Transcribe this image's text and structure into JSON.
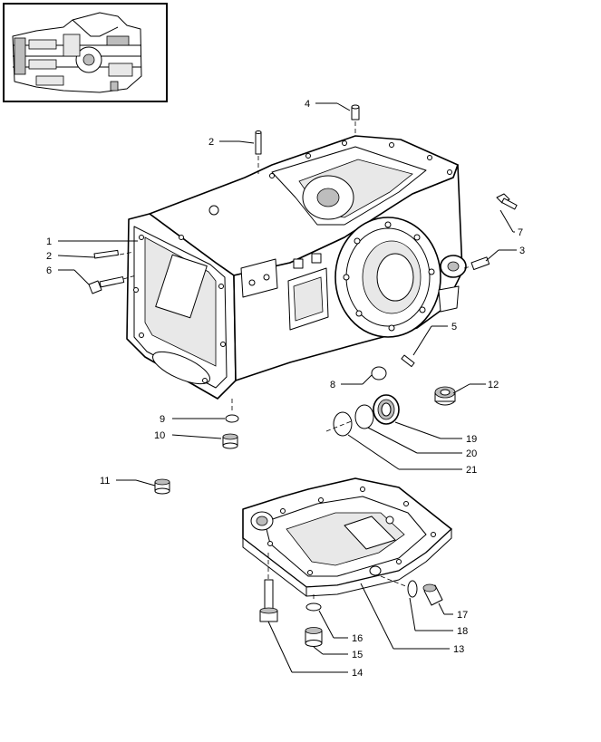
{
  "callouts": [
    {
      "id": "1",
      "text": "1"
    },
    {
      "id": "2a",
      "text": "2"
    },
    {
      "id": "2b",
      "text": "2"
    },
    {
      "id": "3",
      "text": "3"
    },
    {
      "id": "4",
      "text": "4"
    },
    {
      "id": "5",
      "text": "5"
    },
    {
      "id": "6",
      "text": "6"
    },
    {
      "id": "7",
      "text": "7"
    },
    {
      "id": "8",
      "text": "8"
    },
    {
      "id": "9",
      "text": "9"
    },
    {
      "id": "10",
      "text": "10"
    },
    {
      "id": "11",
      "text": "11"
    },
    {
      "id": "12",
      "text": "12"
    },
    {
      "id": "13",
      "text": "13"
    },
    {
      "id": "14",
      "text": "14"
    },
    {
      "id": "15",
      "text": "15"
    },
    {
      "id": "16",
      "text": "16"
    },
    {
      "id": "17",
      "text": "17"
    },
    {
      "id": "18",
      "text": "18"
    },
    {
      "id": "19",
      "text": "19"
    },
    {
      "id": "20",
      "text": "20"
    },
    {
      "id": "21",
      "text": "21"
    }
  ],
  "colors": {
    "ink": "#000000",
    "paper": "#ffffff",
    "shade": "#bdbdbd"
  }
}
